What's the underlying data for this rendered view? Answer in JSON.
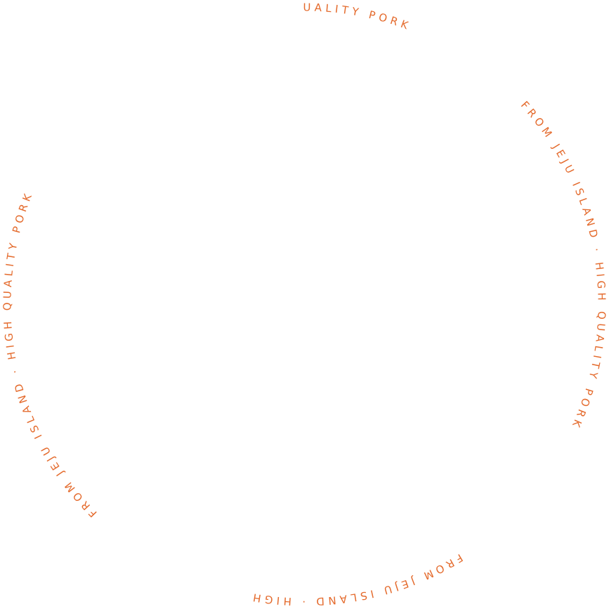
{
  "badge": {
    "accent_color": "#e46a2c",
    "segments": [
      {
        "text": "FROM JEJU ISLAND · HIGH QUALITY PORK"
      },
      {
        "text": "FROM JEJU ISLAND · HIGH QUALITY PORK"
      },
      {
        "text": "FROM JEJU ISLAND · HIGH QUALITY PORK"
      },
      {
        "text": "FROM JEJU ISLAND · HIGH"
      }
    ]
  }
}
